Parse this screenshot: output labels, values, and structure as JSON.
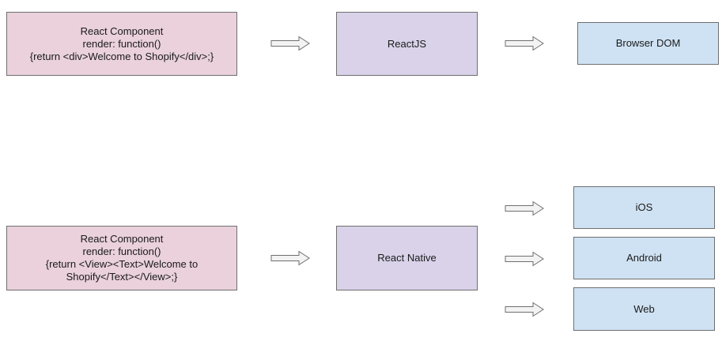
{
  "colors": {
    "component_fill": "#ead1dc",
    "renderer_fill": "#d9d2e9",
    "target_fill": "#cfe2f3",
    "border": "#6f6f6f",
    "arrow_fill": "#f3f3f3",
    "arrow_stroke": "#6f6f6f"
  },
  "top_row": {
    "component_lines": [
      "React Component",
      "render: function()",
      "{return <div>Welcome to Shopify</div>;}"
    ],
    "renderer": "ReactJS",
    "target": "Browser DOM"
  },
  "bottom_row": {
    "component_lines": [
      "React Component",
      "render: function()",
      "{return <View><Text>Welcome to",
      "Shopify</Text></View>;}"
    ],
    "renderer": "React Native",
    "targets": [
      "iOS",
      "Android",
      "Web"
    ]
  },
  "icons": {
    "arrow": "block-arrow-right-icon"
  }
}
